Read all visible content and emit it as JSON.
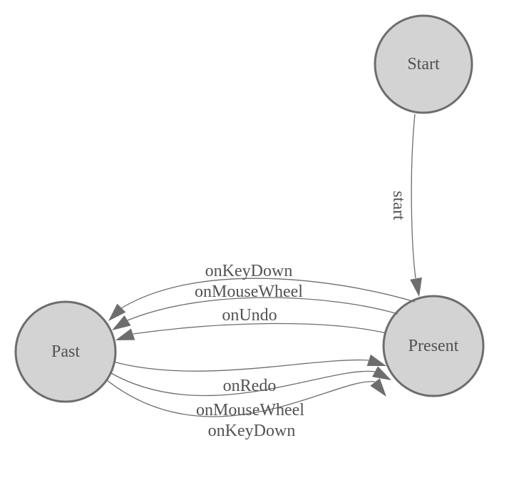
{
  "diagram": {
    "type": "state-machine",
    "background_color": "#ffffff",
    "node_fill_color": "#d3d3d3",
    "node_border_color": "#6d6d6d",
    "edge_line_color": "#6d6d6d",
    "arrowhead_color": "#6d6d6d",
    "label_text_color": "#525252",
    "nodes": [
      {
        "id": "start-node",
        "label": "Start"
      },
      {
        "id": "past-node",
        "label": "Past"
      },
      {
        "id": "present-node",
        "label": "Present"
      }
    ],
    "edges": [
      {
        "from": "Start",
        "to": "Present",
        "label": "start"
      },
      {
        "from": "Present",
        "to": "Past",
        "label": "onKeyDown"
      },
      {
        "from": "Present",
        "to": "Past",
        "label": "onMouseWheel"
      },
      {
        "from": "Present",
        "to": "Past",
        "label": "onUndo"
      },
      {
        "from": "Past",
        "to": "Present",
        "label": "onRedo"
      },
      {
        "from": "Past",
        "to": "Present",
        "label": "onMouseWheel"
      },
      {
        "from": "Past",
        "to": "Present",
        "label": "onKeyDown"
      }
    ]
  }
}
